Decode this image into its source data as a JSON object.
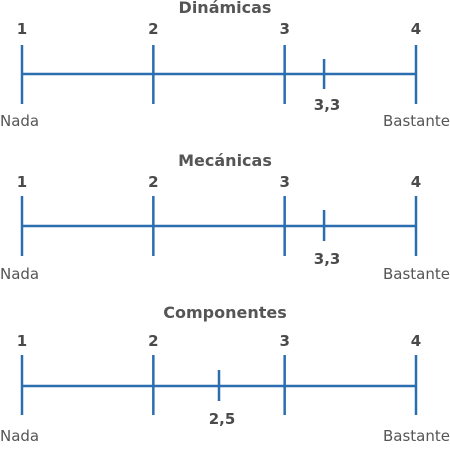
{
  "colors": {
    "line": "#2a6eb0",
    "text": "#555555"
  },
  "scale": {
    "min": 1,
    "max": 4,
    "ticks": [
      "1",
      "2",
      "3",
      "4"
    ],
    "low_label": "Nada",
    "high_label": "Bastante"
  },
  "scales": [
    {
      "title": "Dinámicas",
      "value": 3.3,
      "value_label": "3,3"
    },
    {
      "title": "Mecánicas",
      "value": 3.3,
      "value_label": "3,3"
    },
    {
      "title": "Componentes",
      "value": 2.5,
      "value_label": "2,5"
    }
  ]
}
